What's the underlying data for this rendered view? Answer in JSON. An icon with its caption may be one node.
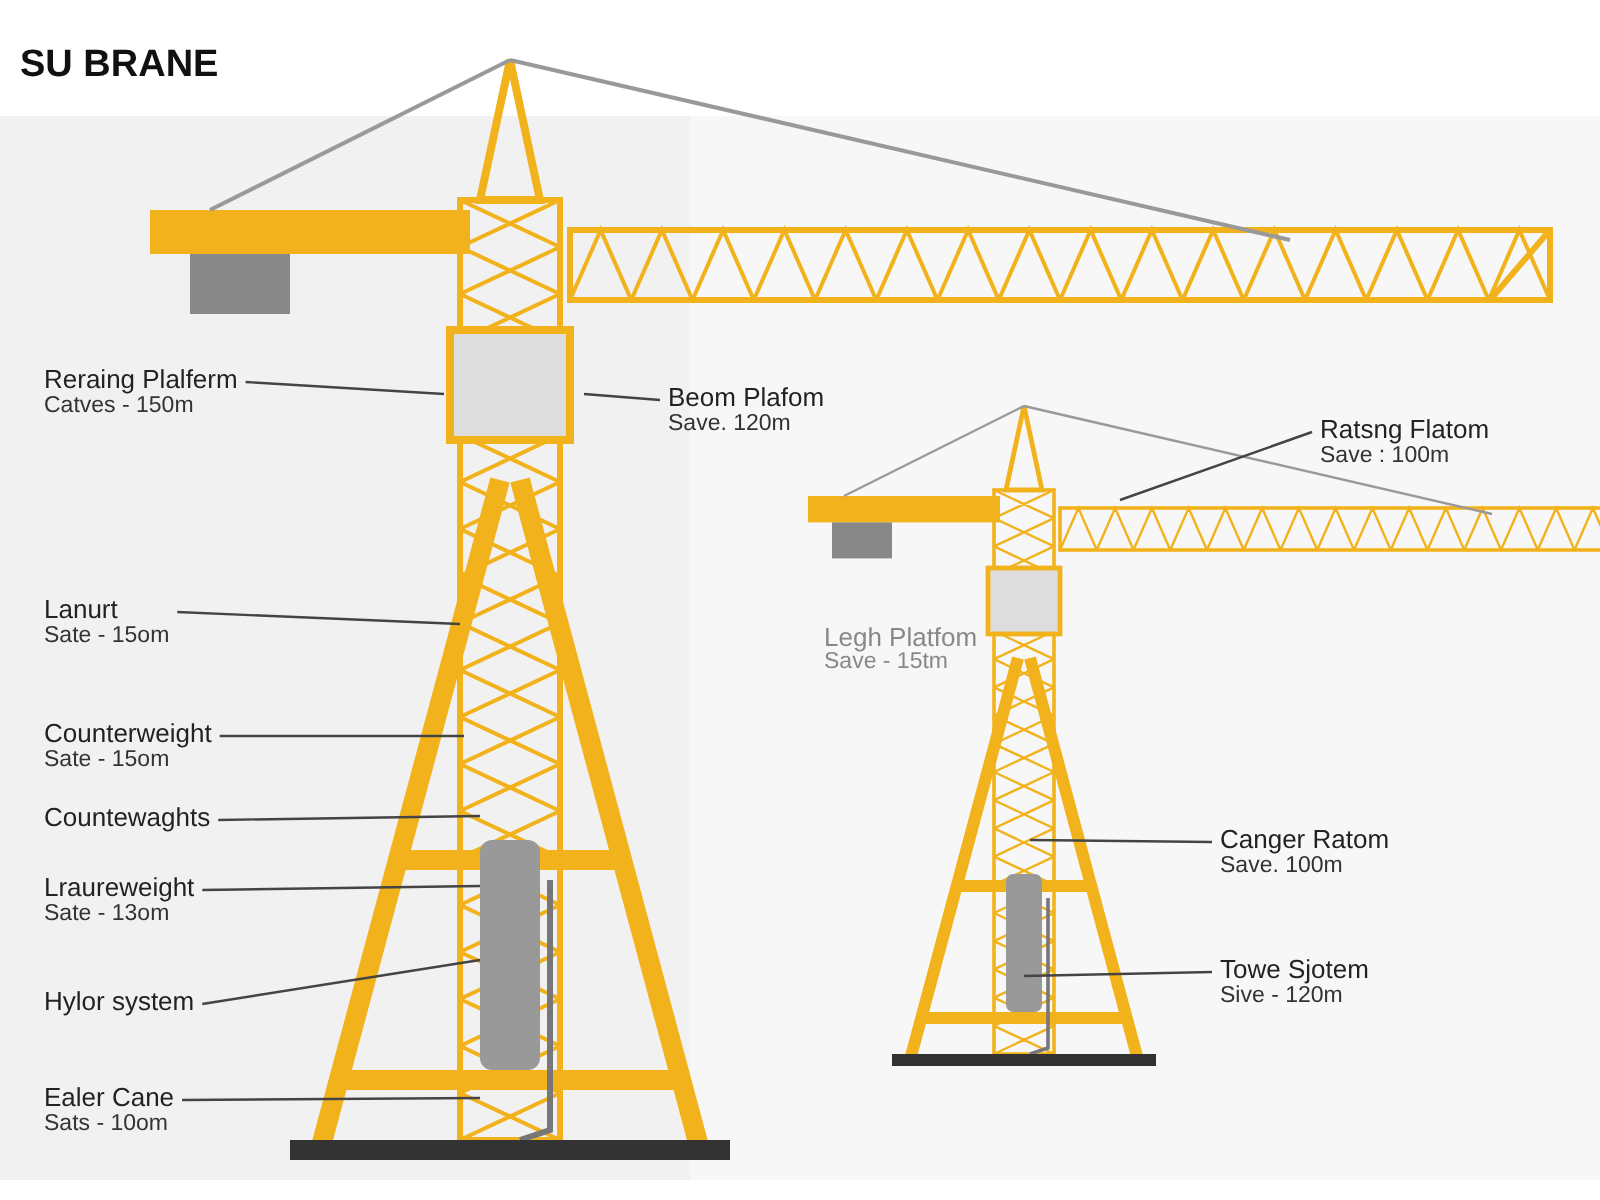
{
  "diagram": {
    "title": "SU BRANE",
    "nodes": [
      {
        "text": [
          "Reraing Plalferm",
          "Catves - 150m"
        ]
      },
      {
        "text": [
          "Beom Plafom",
          "Save. 120m"
        ]
      },
      {
        "text": [
          "Ratsng Flatom",
          "Save : 100m"
        ]
      },
      {
        "text": [
          "Lanurt",
          "Sate - 15om"
        ]
      },
      {
        "text": [
          "Counterweight",
          "Sate - 15om"
        ]
      },
      {
        "text": [
          "Countewaghts"
        ]
      },
      {
        "text": [
          "Lraureweight",
          "Sate - 13om"
        ]
      },
      {
        "text": [
          "Hylor system"
        ]
      },
      {
        "text": [
          "Ealer Cane",
          "Sats - 10om"
        ]
      },
      {
        "text": [
          "Canger Ratom",
          "Save. 100m"
        ]
      },
      {
        "text": [
          "Towe Sjotem",
          "Sive - 120m"
        ]
      }
    ],
    "edges": [
      {
        "from": 0,
        "to": null,
        "arrow": "none"
      },
      {
        "from": 1,
        "to": null,
        "arrow": "none"
      },
      {
        "from": 2,
        "to": null,
        "arrow": "none"
      },
      {
        "from": 3,
        "to": null,
        "arrow": "none"
      },
      {
        "from": 4,
        "to": null,
        "arrow": "none"
      },
      {
        "from": 5,
        "to": null,
        "arrow": "none"
      },
      {
        "from": 6,
        "to": null,
        "arrow": "none"
      },
      {
        "from": 7,
        "to": null,
        "arrow": "none"
      },
      {
        "from": 8,
        "to": null,
        "arrow": "none"
      },
      {
        "from": 9,
        "to": null,
        "arrow": "none"
      },
      {
        "from": 10,
        "to": null,
        "arrow": "none"
      }
    ],
    "labels": [
      "Legh Platfom",
      "Save - 15tm"
    ]
  }
}
